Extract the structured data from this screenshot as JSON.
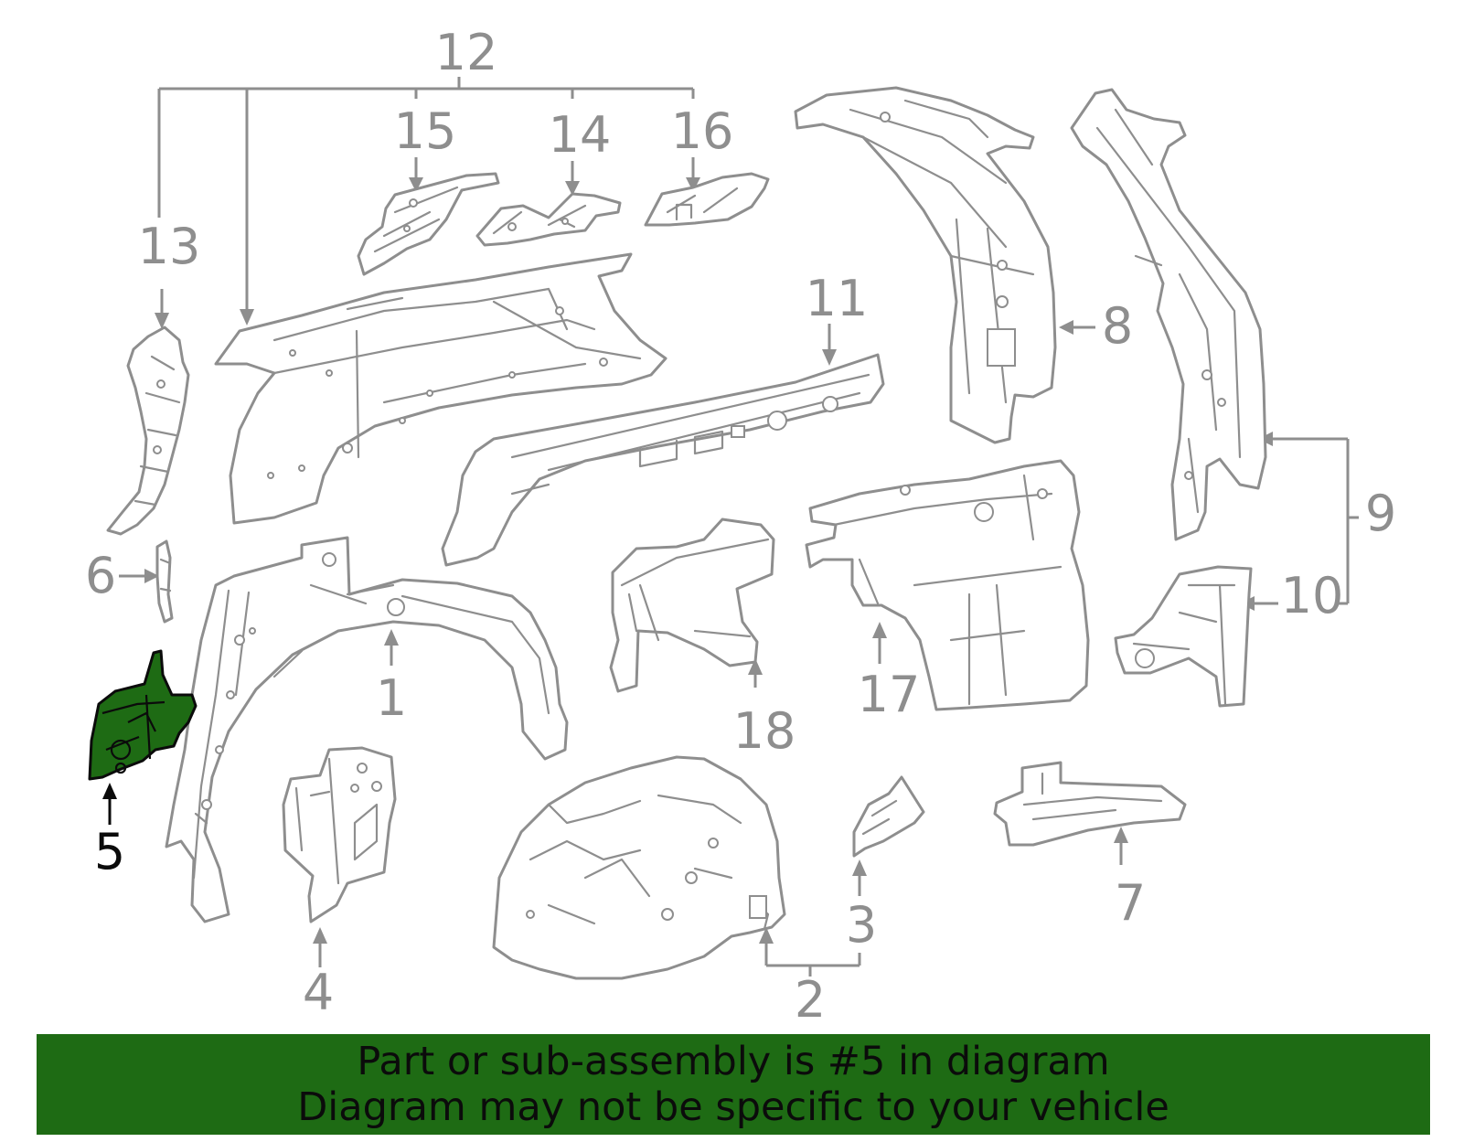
{
  "callouts": {
    "c1": "1",
    "c2": "2",
    "c3": "3",
    "c4": "4",
    "c5": "5",
    "c6": "6",
    "c7": "7",
    "c8": "8",
    "c9": "9",
    "c10": "10",
    "c11": "11",
    "c12": "12",
    "c13": "13",
    "c14": "14",
    "c15": "15",
    "c16": "16",
    "c17": "17",
    "c18": "18"
  },
  "highlighted_part": "5",
  "colors": {
    "line": "#8e8e8e",
    "highlight_fill": "#1e6b14",
    "highlight_stroke": "#0b0b0b",
    "banner_background": "#1e6b14",
    "banner_text": "#0b0b0b"
  },
  "banner": {
    "line1": "Part or sub-assembly is #5 in diagram",
    "line2": "Diagram may not be specific to your vehicle"
  }
}
